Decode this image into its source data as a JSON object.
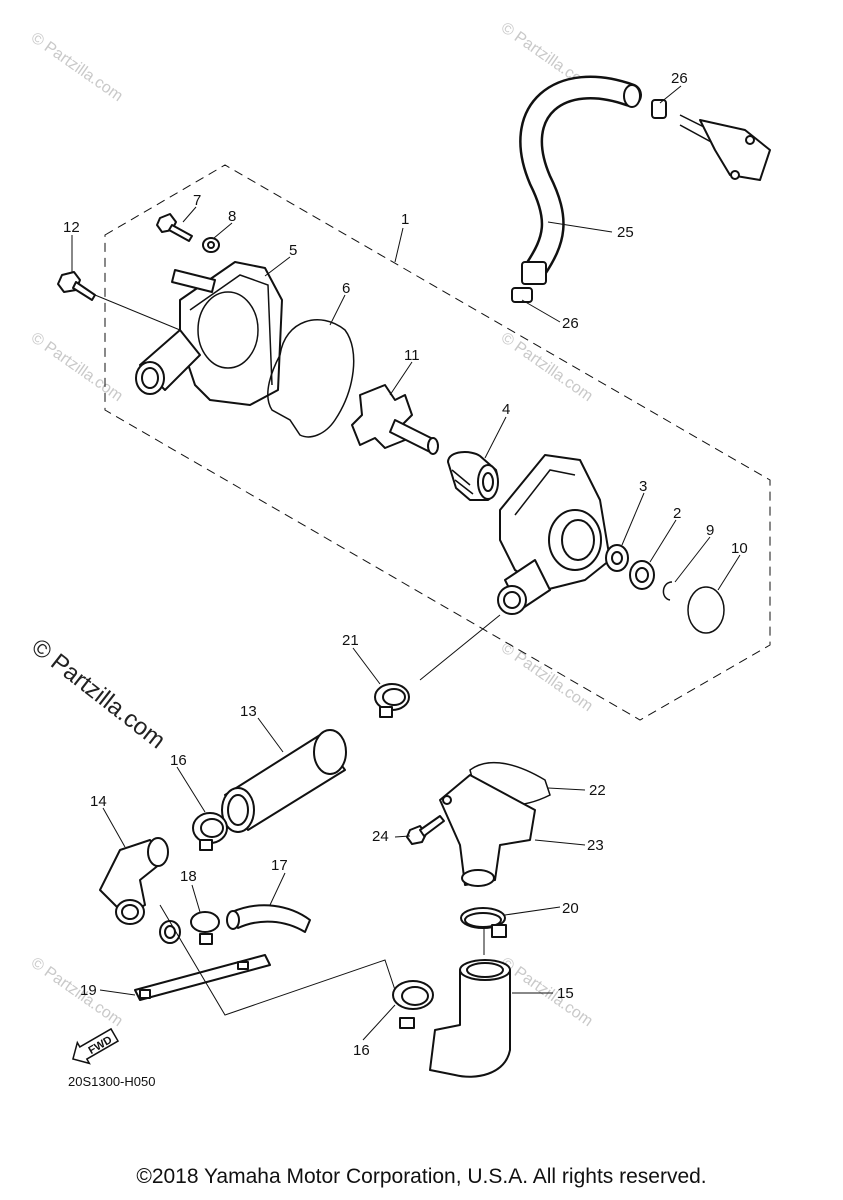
{
  "diagram": {
    "callouts": {
      "c1": "1",
      "c2": "2",
      "c3": "3",
      "c4": "4",
      "c5": "5",
      "c6": "6",
      "c7": "7",
      "c8": "8",
      "c9": "9",
      "c10": "10",
      "c11": "11",
      "c12": "12",
      "c13": "13",
      "c14": "14",
      "c15": "15",
      "c16a": "16",
      "c16b": "16",
      "c17": "17",
      "c18": "18",
      "c19": "19",
      "c20": "20",
      "c21": "21",
      "c22": "22",
      "c23": "23",
      "c24": "24",
      "c25": "25",
      "c26a": "26",
      "c26b": "26"
    },
    "fwd_label": "FWD",
    "drawing_code": "20S1300-H050",
    "watermark": "© Partzilla.com"
  },
  "footer": {
    "copyright": "©2018 Yamaha Motor Corporation, U.S.A. All rights reserved."
  }
}
